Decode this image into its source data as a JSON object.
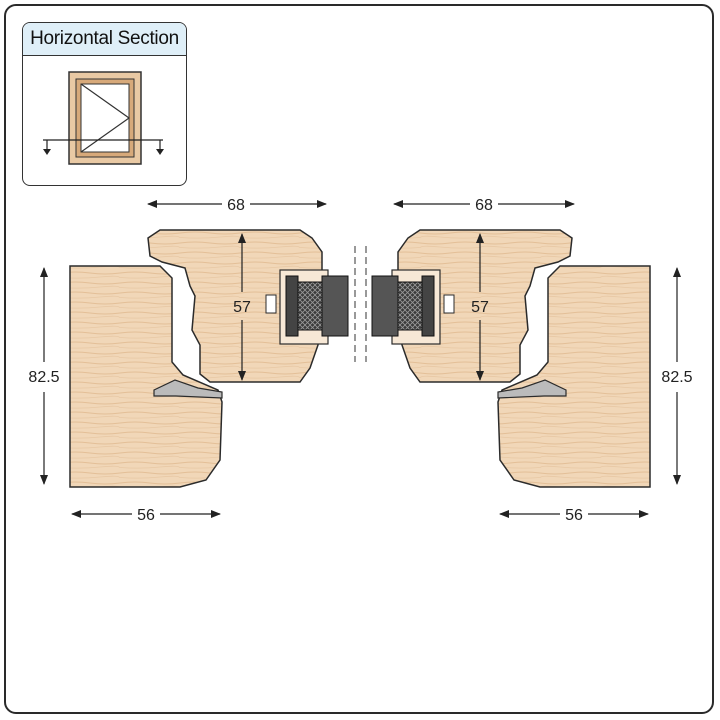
{
  "inset": {
    "title": "Horizontal Section"
  },
  "dimensions": {
    "left_frame_width": "68",
    "right_frame_width": "68",
    "left_sash_height": "57",
    "right_sash_height": "57",
    "left_frame_depth": "82.5",
    "right_frame_depth": "82.5",
    "left_bottom_width": "56",
    "right_bottom_width": "56"
  },
  "colors": {
    "wood": "#f1d7b8",
    "wood_grain": "#e3bf97",
    "outline": "#2b2b2b",
    "glazing_dark": "#3a3a3a",
    "inset_header": "#dfeff8"
  }
}
